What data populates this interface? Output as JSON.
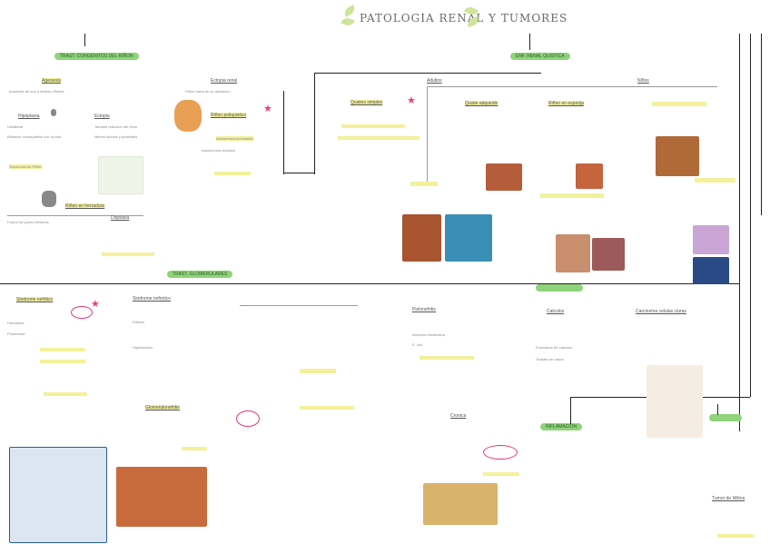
{
  "title": "PATOLOGIA RENAL Y TUMORES",
  "sections": {
    "s1": "TRAST. CONGENITOS DEL RIÑON",
    "s2": "ENF. RENAL QUISTICA",
    "s3": "TRAST. GLOMERULARES",
    "s4": "INFLAMACION"
  },
  "headers": {
    "h_agenesia": "Agenesia",
    "h_hipoplasia": "Hipoplasia",
    "h_ectopia": "Ectopia",
    "h_riñon_herradura": "Riñon en herradura",
    "h_ectopia2": "Ectopia renal",
    "h_displasia": "Displasia",
    "h_poliquistosis": "Riñon poliquistico",
    "h_adultos": "Adultos",
    "h_niños": "Niños",
    "h_quistes_simples": "Quistes simples",
    "h_quiste_adquirido": "Quiste adquirido",
    "h_medular": "Riñon en esponja",
    "h_sind_nefritico": "Sindrome nefritico",
    "h_sind_nefrotico": "Sindrome nefrotico",
    "h_gn": "Glomerulonefritis",
    "h_pielonefritis": "Pielonefritis",
    "h_cronica": "Cronica",
    "h_calculos": "Calculos",
    "h_ca_celulas": "Carcinoma celulas claras",
    "h_tumor_wilms": "Tumor de Wilms"
  },
  "labels": {
    "l1": "Ausencia de uno o ambos riñones",
    "l2": "Unilateral",
    "l3": "Bilateral: incompatible con la vida",
    "l4": "Secuencia de Potter",
    "l5": "Tamaño reducido del riñon",
    "l6": "Menos lobulos y piramides",
    "l7": "Riñon fuera de su ubicacion",
    "l8": "Fusion de polos inferiores",
    "l9": "Autosomica dominante",
    "l10": "Autosomica recesiva",
    "l11": "Hematuria",
    "l12": "Proteinuria",
    "l13": "Edema",
    "l14": "Hipertension",
    "l15": "Infeccion bacteriana",
    "l16": "E. coli",
    "l17": "Formacion de calculos",
    "l18": "Oxalato de calcio"
  },
  "colors": {
    "pill": "#8fd37a",
    "highlight": "#f3f19c",
    "accent": "#e8417e",
    "line": "#222222"
  },
  "icons": [
    "kidney-icon",
    "star-icon",
    "leaf-icon"
  ]
}
